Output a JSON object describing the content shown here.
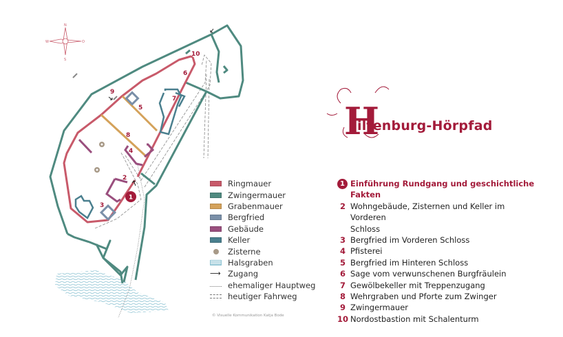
{
  "colors": {
    "ringmauer": "#c85a6a",
    "zwingermauer": "#4f8a80",
    "grabenmauer": "#d4a25a",
    "bergfried": "#7a8fa8",
    "gebaeude": "#9a4f7e",
    "keller": "#4a7f8e",
    "zisterne": "#a89a88",
    "halsgraben": "#8ec3d3",
    "accent": "#a31b3a"
  },
  "title": {
    "initial": "H",
    "rest": "iltenburg-Hörpfad"
  },
  "compass": {
    "n": "N",
    "s": "S",
    "w": "W",
    "o": "O"
  },
  "map_labels": [
    "1",
    "2",
    "3",
    "4",
    "5",
    "6",
    "7",
    "8",
    "9",
    "10"
  ],
  "legend": [
    {
      "key": "ringmauer",
      "label": "Ringmauer"
    },
    {
      "key": "zwingermauer",
      "label": "Zwingermauer"
    },
    {
      "key": "grabenmauer",
      "label": "Grabenmauer"
    },
    {
      "key": "bergfried",
      "label": "Bergfried"
    },
    {
      "key": "gebaeude",
      "label": "Gebäude"
    },
    {
      "key": "keller",
      "label": "Keller"
    },
    {
      "key": "zisterne",
      "label": "Zisterne",
      "icon": "cistern-icon"
    },
    {
      "key": "halsgraben",
      "label": "Halsgraben"
    },
    {
      "key": "zugang",
      "label": "Zugang",
      "icon": "arrow-icon"
    },
    {
      "key": "hauptweg",
      "label": "ehemaliger Hauptweg",
      "icon": "dotted-line"
    },
    {
      "key": "fahrweg",
      "label": "heutiger Fahrweg",
      "icon": "dashed-line"
    }
  ],
  "stations": [
    {
      "num": "1",
      "text": "Einführung Rundgang und geschichtliche Fakten"
    },
    {
      "num": "2",
      "text": "Wohngebäude, Zisternen und Keller im Vorderen",
      "text2": "Schloss"
    },
    {
      "num": "3",
      "text": "Bergfried im Vorderen Schloss"
    },
    {
      "num": "4",
      "text": "Pfisterei"
    },
    {
      "num": "5",
      "text": "Bergfried im Hinteren Schloss"
    },
    {
      "num": "6",
      "text": "Sage vom verwunschenen Burgfräulein"
    },
    {
      "num": "7",
      "text": "Gewölbekeller mit Treppenzugang"
    },
    {
      "num": "8",
      "text": "Wehrgraben und Pforte zum Zwinger"
    },
    {
      "num": "9",
      "text": "Zwingermauer"
    },
    {
      "num": "10",
      "text": "Nordostbastion mit Schalenturm"
    }
  ],
  "copyright": "© Visuelle Kommunikation Katja Bode"
}
